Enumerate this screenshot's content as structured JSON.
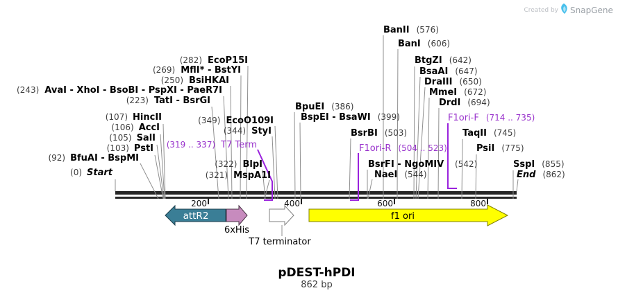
{
  "watermark": {
    "created_by": "Created by",
    "brand": "SnapGene"
  },
  "title": {
    "plasmid": "pDEST-hPDI",
    "length": "862 bp"
  },
  "ruler": {
    "ticks": [
      "200",
      "400",
      "600",
      "800"
    ]
  },
  "colors": {
    "enzyme_label": "#000000",
    "position_label": "#3d3d3d",
    "primer_label": "#9933cc",
    "leader_line": "#8f8f8f",
    "attR2_fill": "#3a7e96",
    "sixhis_fill": "#c78bbe",
    "t7_terminator_fill": "#ffffff",
    "f1ori_fill": "#ffff00"
  },
  "features": [
    {
      "label": "attR2",
      "fill": "#3a7e96",
      "direction": "left"
    },
    {
      "label": "6xHis",
      "fill": "#c78bbe",
      "direction": "right"
    },
    {
      "label": "T7 terminator",
      "fill": "#ffffff",
      "direction": "right"
    },
    {
      "label": "f1 ori",
      "fill": "#ffff00",
      "direction": "right"
    }
  ],
  "sites": [
    {
      "name": "BanII",
      "pos": "(576)"
    },
    {
      "name": "BanI",
      "pos": "(606)"
    },
    {
      "name": "BtgZI",
      "pos": "(642)"
    },
    {
      "name": "BsaAI",
      "pos": "(647)"
    },
    {
      "name": "DraIII",
      "pos": "(650)"
    },
    {
      "name": "MmeI",
      "pos": "(672)"
    },
    {
      "name": "DrdI",
      "pos": "(694)"
    },
    {
      "name": "F1ori-F",
      "pos": "(714 .. 735)"
    },
    {
      "name": "TaqII",
      "pos": "(745)"
    },
    {
      "name": "PsiI",
      "pos": "(775)"
    },
    {
      "name": "SspI",
      "pos": "(855)"
    },
    {
      "name": "End",
      "pos": "(862)"
    },
    {
      "name": "EcoP15I",
      "pos": "(282)"
    },
    {
      "name": "MflI* - BstYI",
      "pos": "(269)"
    },
    {
      "name": "BsiHKAI",
      "pos": "(250)"
    },
    {
      "name": "AvaI - XhoI - BsoBI - PspXI - PaeR7I",
      "pos": "(243)"
    },
    {
      "name": "TatI - BsrGI",
      "pos": "(223)"
    },
    {
      "name": "HincII",
      "pos": "(107)"
    },
    {
      "name": "AccI",
      "pos": "(106)"
    },
    {
      "name": "SalI",
      "pos": "(105)"
    },
    {
      "name": "PstI",
      "pos": "(103)"
    },
    {
      "name": "BfuAI - BspMI",
      "pos": "(92)"
    },
    {
      "name": "Start",
      "pos": "(0)"
    },
    {
      "name": "EcoO109I",
      "pos": "(349)"
    },
    {
      "name": "StyI",
      "pos": "(344)"
    },
    {
      "name": "T7 Term",
      "pos": "(319 .. 337)"
    },
    {
      "name": "BlpI",
      "pos": "(322)"
    },
    {
      "name": "MspA1I",
      "pos": "(321)"
    },
    {
      "name": "BpuEI",
      "pos": "(386)"
    },
    {
      "name": "BspEI - BsaWI",
      "pos": "(399)"
    },
    {
      "name": "BsrBI",
      "pos": "(503)"
    },
    {
      "name": "F1ori-R",
      "pos": "(504 .. 523)"
    },
    {
      "name": "BsrFI - NgoMIV",
      "pos": "(542)"
    },
    {
      "name": "NaeI",
      "pos": "(544)"
    }
  ]
}
